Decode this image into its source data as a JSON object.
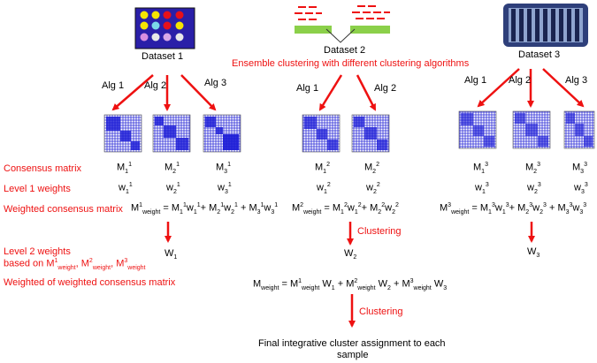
{
  "colors": {
    "accent": "#e11111",
    "matrix_blue": "#1a1ad6",
    "plate": "#2a1fa8",
    "chip_green": "#8bd04a",
    "array_frame": "#2e3f7a",
    "array_fill": "#8fa4cf"
  },
  "datasets": {
    "d1": {
      "label": "Dataset 1"
    },
    "d2": {
      "label": "Dataset 2"
    },
    "d3": {
      "label": "Dataset 3"
    }
  },
  "algorithms": {
    "a1": "Alg 1",
    "a2": "Alg 2",
    "a3": "Alg 3"
  },
  "ensemble_caption": "Ensemble clustering with different clustering algorithms",
  "row_labels": {
    "consensus": "Consensus matrix",
    "level1": "Level 1 weights",
    "weighted": "Weighted consensus matrix",
    "level2_line1": "Level 2 weights",
    "level2_line2_prefix": "based on M",
    "weighted_of_weighted": "Weighted of weighted consensus matrix"
  },
  "symbols": {
    "M": "M",
    "w": "w",
    "W": "W",
    "weight": "weight",
    "eq": "=",
    "plus": "+",
    "i1": "1",
    "i2": "2",
    "i3": "3"
  },
  "clustering_label": "Clustering",
  "final": {
    "line1": "Final integrative cluster assignment to each",
    "line2": "sample"
  }
}
